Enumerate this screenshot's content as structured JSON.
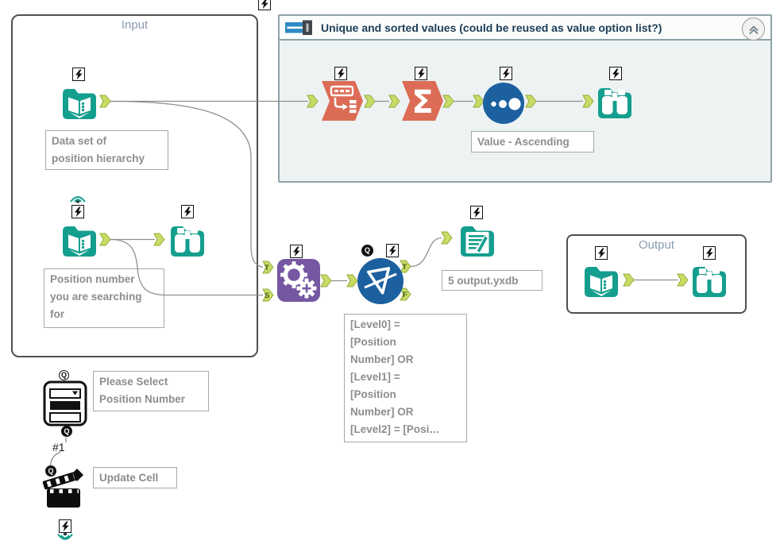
{
  "containers": {
    "input": {
      "title": "Input"
    },
    "unique": {
      "title": "Unique and sorted values (could be reused as value option list?)"
    },
    "output": {
      "title": "Output"
    }
  },
  "tools": {
    "input_hierarchy": {
      "annotation": "Data set of\nposition hierarchy"
    },
    "input_position": {
      "annotation": "Position number\nyou are searching\nfor"
    },
    "sort": {
      "annotation": "Value - Ascending"
    },
    "filter": {
      "annotation": "[Level0] =\n[Position\nNumber] OR\n[Level1] =\n[Position\nNumber] OR\n[Level2] = [Posi…"
    },
    "output_data": {
      "annotation": "5 output.yxdb"
    },
    "dropdown": {
      "annotation": "Please Select\nPosition Number"
    },
    "action": {
      "annotation": "Update Cell"
    }
  },
  "connection": {
    "label": "#1"
  },
  "anchors": {
    "t": "T",
    "s": "S",
    "f": "F"
  },
  "badges": {
    "q": "Q"
  },
  "icons": {
    "sigma": "Σ"
  },
  "colors": {
    "teal": "#149e8e",
    "terracotta": "#dc6c55",
    "blue": "#1c60a0",
    "purple": "#7557a2",
    "anchor_green": "#c8db66",
    "container_body": "#edf2f3",
    "header_text": "#1c3c55",
    "annotation_text": "#8d8d8d"
  }
}
